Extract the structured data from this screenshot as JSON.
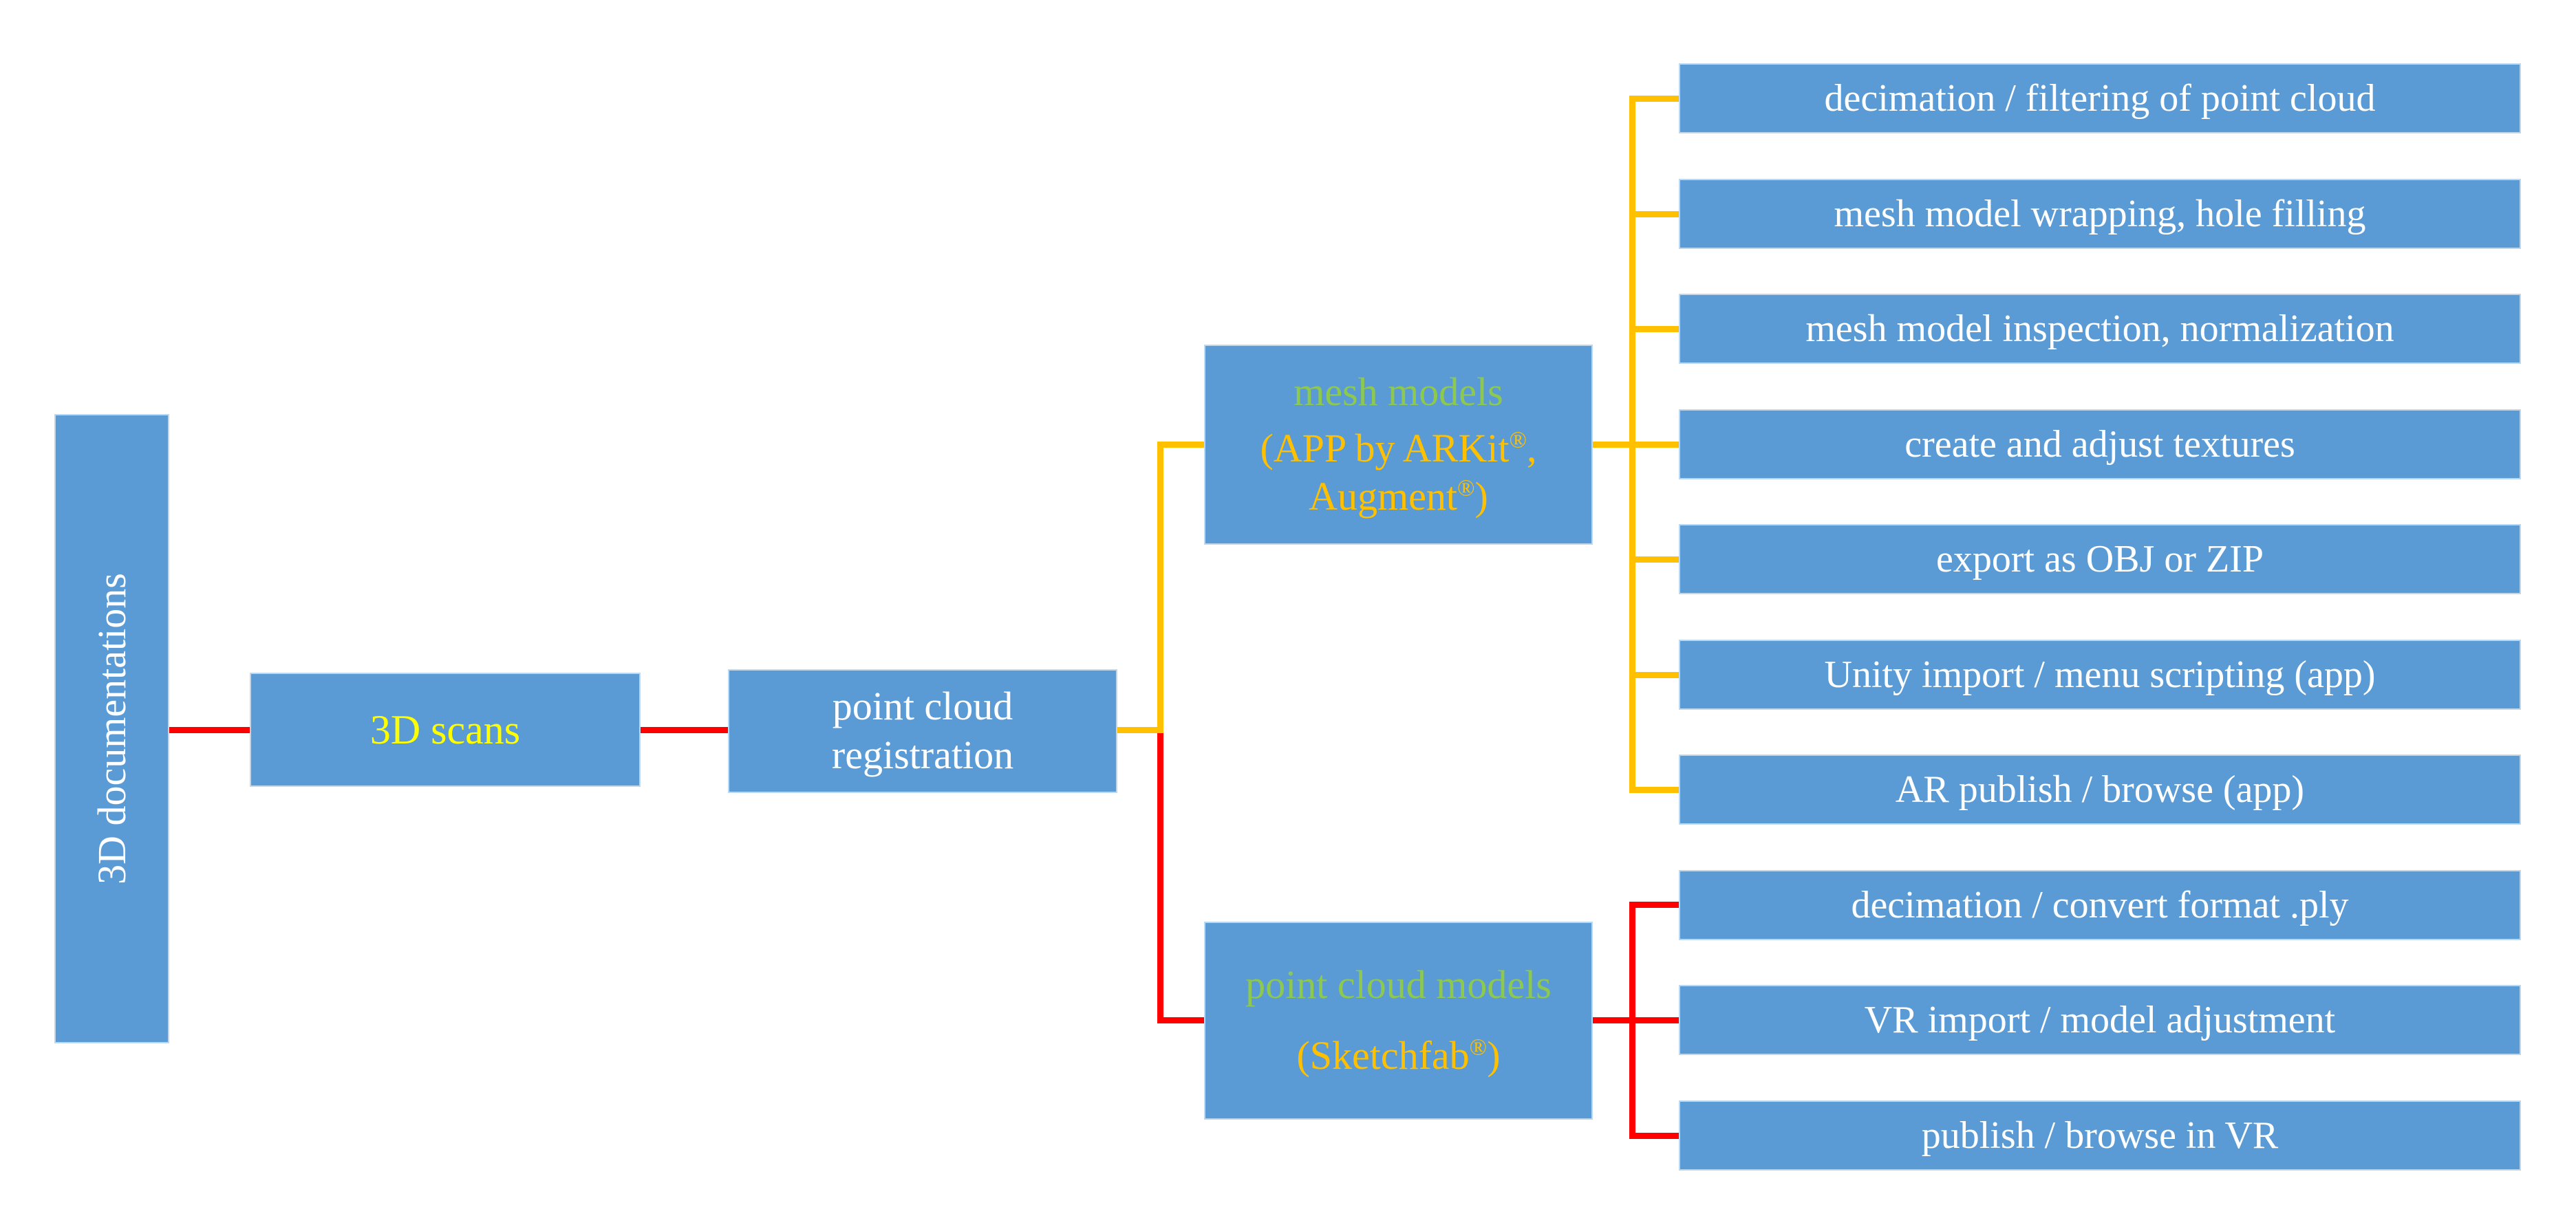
{
  "figure": {
    "root": "3D documentations",
    "scans": "3D scans",
    "registration": "point cloud registration",
    "mesh_group": {
      "title": "mesh models",
      "subtitle": "(APP by ARKit®, Augment®)"
    },
    "point_cloud_group": {
      "title": "point cloud models",
      "subtitle": "(Sketchfab®)"
    },
    "mesh_steps": [
      "decimation / filtering of point cloud",
      "mesh model wrapping, hole filling",
      "mesh model inspection, normalization",
      "create and adjust textures",
      "export as OBJ or ZIP",
      "Unity import / menu scripting (app)",
      "AR publish / browse (app)"
    ],
    "point_cloud_steps": [
      "decimation / convert format .ply",
      "VR import / model adjustment",
      "publish / browse in VR"
    ]
  },
  "colors": {
    "box_blue": "#5B9BD5",
    "box_border": "#BDD7EE",
    "connector_red": "#FF0000",
    "connector_yellow": "#FFC000",
    "text_white": "#FFFFFF",
    "text_green": "#8DC850",
    "text_bright_yellow": "#FFFF00",
    "text_orange": "#FFC000"
  }
}
